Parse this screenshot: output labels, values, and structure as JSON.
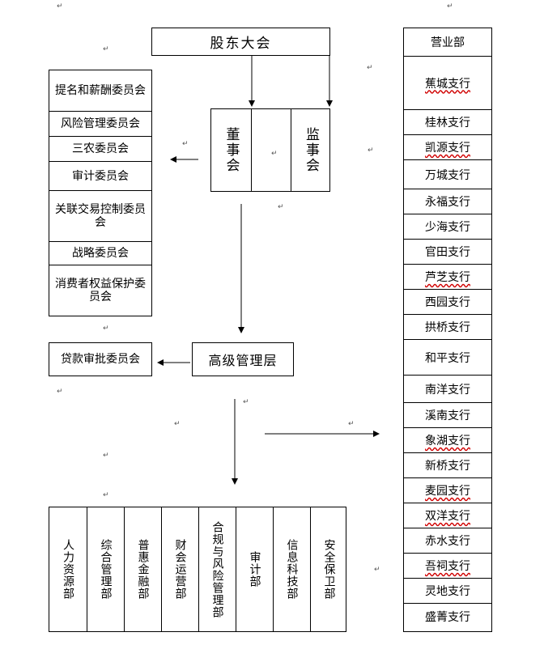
{
  "top": {
    "shareholders": "股东大会",
    "board": "董事会",
    "supervisors": "监事会",
    "senior_mgmt": "高级管理层"
  },
  "committees": [
    "提名和薪酬委员会",
    "风险管理委员会",
    "三农委员会",
    "审计委员会",
    "关联交易控制委员会",
    "战略委员会",
    "消费者权益保护委员会"
  ],
  "loan_committee": "贷款审批委员会",
  "departments": [
    "人力资源部",
    "综合管理部",
    "普惠金融部",
    "财会运营部",
    "合规与风险管理部",
    "审计部",
    "信息科技部",
    "安全保卫部"
  ],
  "branches": [
    "营业部",
    "蕉城支行",
    "桂林支行",
    "凯源支行",
    "万城支行",
    "永福支行",
    "少海支行",
    "官田支行",
    "芦芝支行",
    "西园支行",
    "拱桥支行",
    "和平支行",
    "南洋支行",
    "溪南支行",
    "象湖支行",
    "新桥支行",
    "麦园支行",
    "双洋支行",
    "赤水支行",
    "吾祠支行",
    "灵地支行",
    "盛菁支行"
  ],
  "para_mark": "↵"
}
